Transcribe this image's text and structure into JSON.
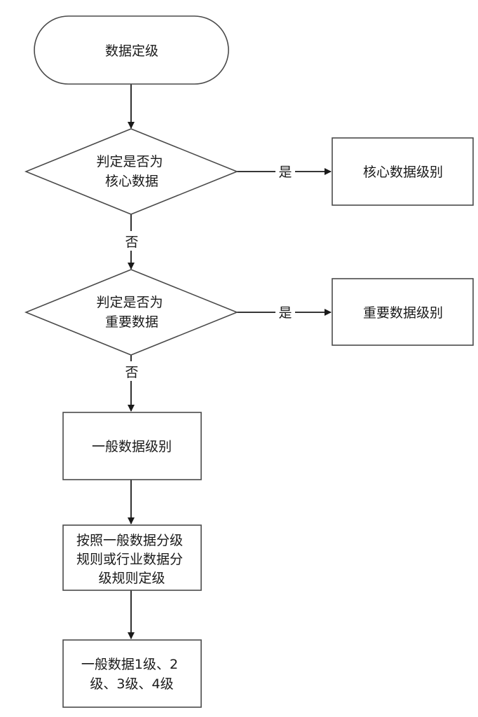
{
  "nodes": {
    "start": [
      "数据定级"
    ],
    "decision_core": [
      "判定是否为",
      "核心数据"
    ],
    "core_level": [
      "核心数据级别"
    ],
    "decision_important": [
      "判定是否为",
      "重要数据"
    ],
    "important_level": [
      "重要数据级别"
    ],
    "general_level": [
      "一般数据级别"
    ],
    "rule_step": [
      "按照一般数据分级",
      "规则或行业数据分",
      "级规则定级"
    ],
    "general_grades": [
      "一般数据1级、2",
      "级、3级、4级"
    ]
  },
  "edges": {
    "yes": "是",
    "no": "否"
  }
}
